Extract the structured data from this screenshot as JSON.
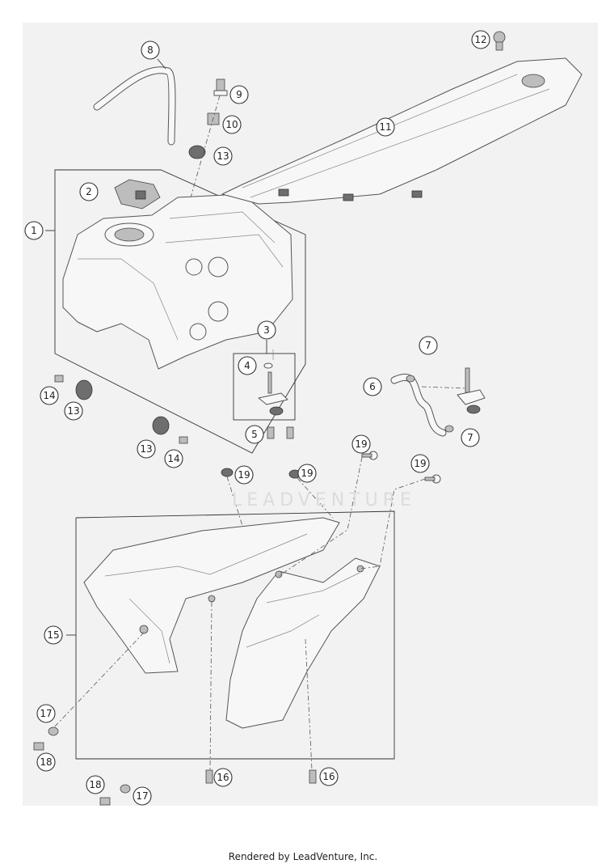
{
  "watermark": "LEADVENTURE",
  "footer": "Rendered by LeadVenture, Inc.",
  "callouts": [
    "1",
    "2",
    "3",
    "4",
    "5",
    "6",
    "7",
    "7",
    "8",
    "9",
    "10",
    "11",
    "12",
    "13",
    "13",
    "13",
    "14",
    "14",
    "15",
    "16",
    "16",
    "17",
    "17",
    "18",
    "18",
    "19",
    "19",
    "19",
    "19"
  ],
  "colors": {
    "background": "#ffffff",
    "diagram_background": "#f2f2f2",
    "line": "#333333"
  }
}
